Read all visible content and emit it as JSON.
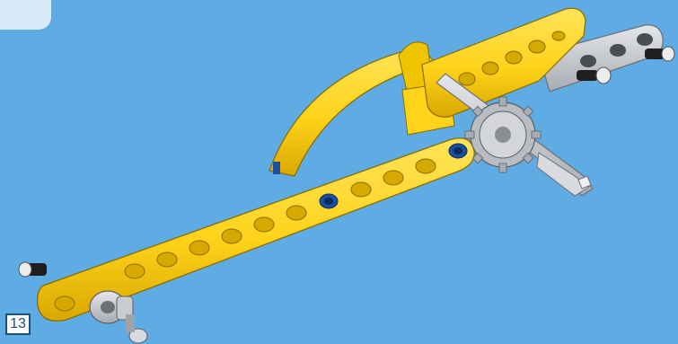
{
  "step": {
    "number": "13"
  },
  "colors": {
    "background": "#5fabe3",
    "beam_yellow": "#ffd31a",
    "beam_grey": "#c9ccd1",
    "connector_black": "#1f1f1f",
    "connector_blue": "#1d4fa0",
    "gear_grey": "#b9bcc2"
  },
  "parts": [
    "long-yellow-beam",
    "curved-yellow-frame",
    "upper-yellow-beam",
    "grey-beam",
    "grey-axle",
    "grey-gear",
    "black-pins",
    "blue-pins",
    "grey-pin-connector"
  ]
}
